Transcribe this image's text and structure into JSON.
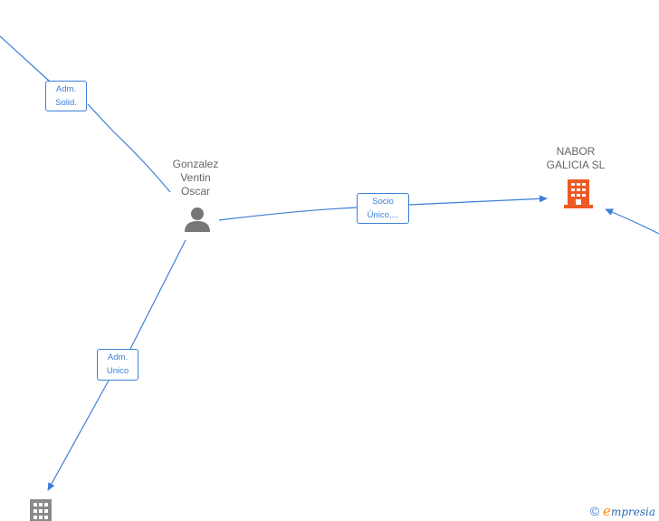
{
  "nodes": {
    "person": {
      "name_lines": [
        "Gonzalez",
        "Ventin",
        "Oscar"
      ],
      "icon": "person-icon"
    },
    "company_main": {
      "name_lines": [
        "NABOR",
        "GALICIA SL"
      ],
      "icon": "building-icon",
      "color": "#ee5a24"
    },
    "company_other": {
      "icon": "building-icon",
      "color": "#8a8a8a"
    }
  },
  "edges": {
    "adm_solid": {
      "label_lines": [
        "Adm.",
        "Solid."
      ]
    },
    "socio_unico": {
      "label_lines": [
        "Socio",
        "Único,..."
      ]
    },
    "adm_unico": {
      "label_lines": [
        "Adm.",
        "Unico"
      ]
    }
  },
  "colors": {
    "edge": "#3d7fd6",
    "text": "#666666",
    "person_icon": "#777777"
  },
  "watermark": {
    "symbol": "©",
    "brand_initial": "e",
    "brand_rest": "mpresia"
  }
}
